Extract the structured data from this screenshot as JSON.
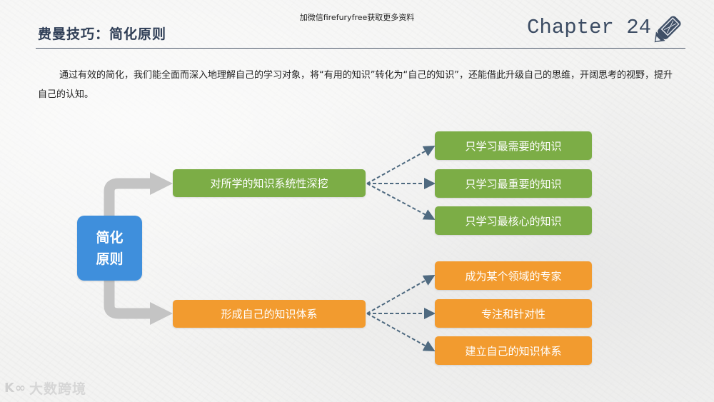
{
  "header": {
    "watermark": "加微信firefuryfree获取更多资料",
    "title": "费曼技巧：简化原则",
    "chapter": "Chapter 24",
    "icon": "pencil-icon"
  },
  "intro": {
    "text": "通过有效的简化，我们能全面而深入地理解自己的学习对象，将“有用的知识”转化为“自己的知识”，还能借此升级自己的思维，开阔思考的视野，提升自己的认知。"
  },
  "diagram": {
    "root": {
      "line1": "简化",
      "line2": "原则",
      "color": "#3f8fdc"
    },
    "branches": [
      {
        "label": "对所学的知识系统性深挖",
        "color": "#7cad46",
        "children": [
          "只学习最需要的知识",
          "只学习最重要的知识",
          "只学习最核心的知识"
        ]
      },
      {
        "label": "形成自己的知识体系",
        "color": "#f29b2f",
        "children": [
          "成为某个领域的专家",
          "专注和针对性",
          "建立自己的知识体系"
        ]
      }
    ],
    "arrow_color": "#c4c4c4",
    "dash_color": "#4f6a80"
  },
  "footer": {
    "logo_text": "大数跨境",
    "logo_mark": "K∞"
  }
}
